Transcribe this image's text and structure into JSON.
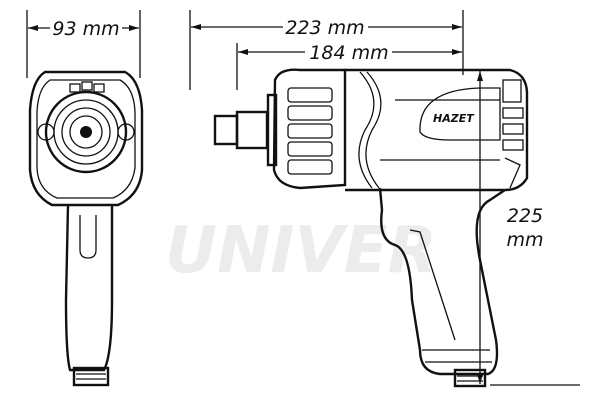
{
  "watermark": "UNIVER",
  "brand_logo": "HAZET",
  "dimensions": {
    "width_front": "93 mm",
    "overall_length": "223 mm",
    "body_length": "184 mm",
    "height_value": "225",
    "height_unit": "mm"
  }
}
